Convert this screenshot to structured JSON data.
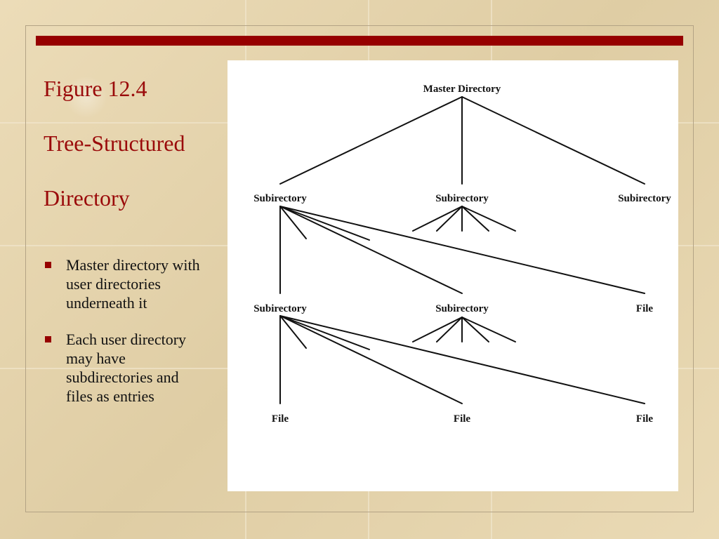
{
  "slide": {
    "title_lines": [
      "Figure 12.4",
      "Tree-Structured",
      "Directory"
    ],
    "bullets": [
      "Master directory with user directories underneath it",
      "Each user directory may have subdirectories and files as entries"
    ],
    "colors": {
      "accent": "#960000",
      "title": "#9a0a0a",
      "background": "#e6d6b0"
    }
  },
  "diagram": {
    "root": "Master Directory",
    "level1": [
      "Subirectory",
      "Subirectory",
      "Subirectory"
    ],
    "level2": [
      "Subirectory",
      "Subirectory",
      "File"
    ],
    "level3": [
      "File",
      "File",
      "File"
    ]
  }
}
